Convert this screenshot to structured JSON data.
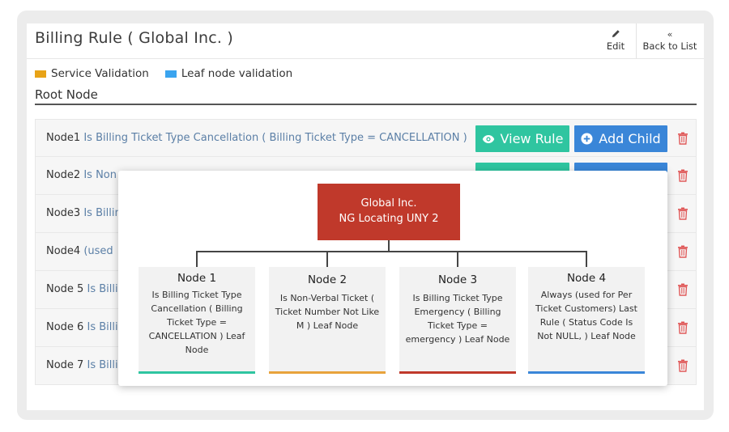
{
  "header": {
    "title": "Billing Rule ( Global Inc. )",
    "edit_label": "Edit",
    "back_label": "Back to List"
  },
  "legend": [
    {
      "label": "Service Validation",
      "color": "#e8a317"
    },
    {
      "label": "Leaf node validation",
      "color": "#3aa4ef"
    }
  ],
  "root_label": "Root Node",
  "buttons": {
    "view_rule": "View Rule",
    "add_child": "Add Child"
  },
  "rows": [
    {
      "name": "Node1",
      "rule": "Is Billing Ticket Type Cancellation ( Billing Ticket Type = CANCELLATION )"
    },
    {
      "name": "Node2",
      "rule": "Is Non"
    },
    {
      "name": "Node3",
      "rule": "Is Billin"
    },
    {
      "name": "Node4",
      "rule": "(used"
    },
    {
      "name": "Node 5",
      "rule": "Is Billi"
    },
    {
      "name": "Node 6",
      "rule": "Is Billi"
    },
    {
      "name": "Node 7",
      "rule": "Is Billi"
    }
  ],
  "tree": {
    "root_line1": "Global Inc.",
    "root_line2": "NG Locating UNY 2",
    "children": [
      {
        "title": "Node 1",
        "desc": "Is Billing Ticket Type Cancellation ( Billing Ticket Type = CANCELLATION ) Leaf Node",
        "color": "#2fc5a0"
      },
      {
        "title": "Node 2",
        "desc": "Is Non-Verbal Ticket ( Ticket Number Not Like M ) Leaf Node",
        "color": "#e8a33c"
      },
      {
        "title": "Node 3",
        "desc": "Is Billing Ticket Type Emergency ( Billing Ticket Type = emergency ) Leaf Node",
        "color": "#c0392b"
      },
      {
        "title": "Node 4",
        "desc": "Always (used for Per Ticket Customers) Last Rule ( Status Code Is Not NULL, ) Leaf Node",
        "color": "#3a86d8"
      }
    ]
  }
}
